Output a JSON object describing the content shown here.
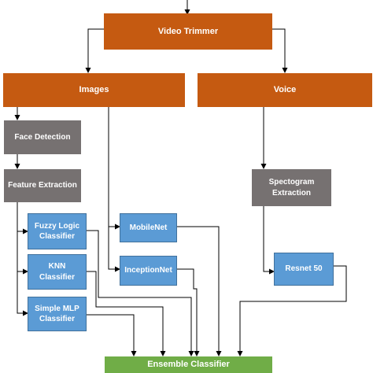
{
  "nodes": {
    "video_trimmer": "Video Trimmer",
    "images": "Images",
    "voice": "Voice",
    "face_detection": "Face Detection",
    "feature_extraction": "Feature Extraction",
    "fuzzy_logic": "Fuzzy Logic\nClassifier",
    "knn": "KNN\nClassifier",
    "simple_mlp": "Simple MLP\nClassifier",
    "mobilenet": "MobileNet",
    "inceptionnet": "InceptionNet",
    "spectogram": "Spectogram\nExtraction",
    "resnet": "Resnet 50",
    "ensemble": "Ensemble Classifier"
  },
  "colors": {
    "process_orange": "#c55a11",
    "step_gray": "#767171",
    "model_blue": "#5b9bd5",
    "output_green": "#70ad47",
    "connector": "#000000"
  }
}
